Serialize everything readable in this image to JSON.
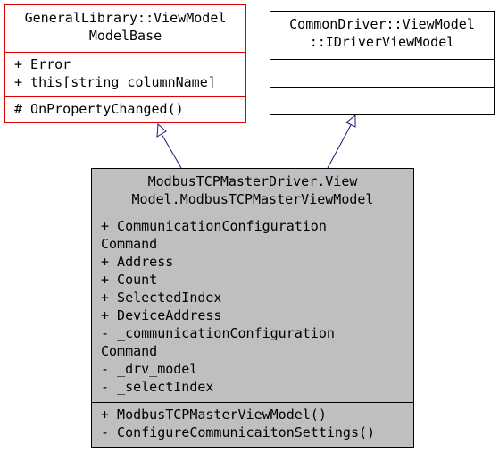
{
  "classes": {
    "base_model": {
      "title_lines": [
        "GeneralLibrary::ViewModel",
        "ModelBase"
      ],
      "attributes": [
        "+ Error",
        "+ this[string columnName]"
      ],
      "operations": [
        "# OnPropertyChanged()"
      ]
    },
    "driver_interface": {
      "title_lines": [
        "CommonDriver::ViewModel",
        "::IDriverViewModel"
      ],
      "attributes": [],
      "operations": []
    },
    "master_view_model": {
      "title_lines": [
        "ModbusTCPMasterDriver.View",
        "Model.ModbusTCPMasterViewModel"
      ],
      "attributes": [
        "+ CommunicationConfiguration",
        "Command",
        "+ Address",
        "+ Count",
        "+ SelectedIndex",
        "+ DeviceAddress",
        "- _communicationConfiguration",
        "Command",
        "- _drv_model",
        "- _selectIndex"
      ],
      "operations": [
        "+ ModbusTCPMasterViewModel()",
        "- ConfigureCommunicaitonSettings()"
      ]
    }
  },
  "colors": {
    "highlight_border": "#e00000",
    "selected_fill": "#bfbfbf",
    "arrow": "#191970"
  }
}
